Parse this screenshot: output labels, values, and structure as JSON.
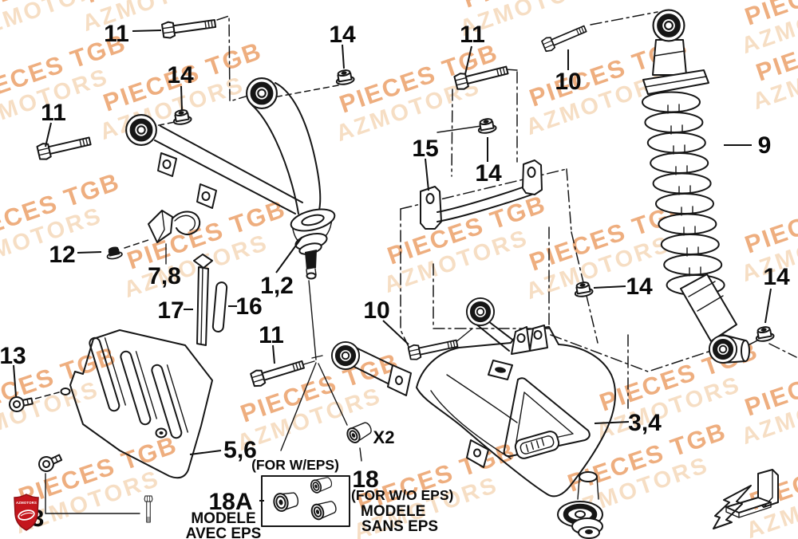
{
  "watermark": {
    "line1": "PIECES TGB",
    "line2": "AZMOTORS"
  },
  "colors": {
    "watermark_primary": "#EB9A60",
    "watermark_secondary": "#F2CDA6",
    "line_art": "#161616",
    "logo_red": "#C4161D",
    "logo_border": "#8E0F14"
  },
  "logo": {
    "text": "AZMOTORS"
  },
  "callouts": {
    "c11_top_left": "11",
    "c14_top": "14",
    "c11_top_center": "11",
    "c10_top": "10",
    "c9": "9",
    "c11_left": "11",
    "c14_left": "14",
    "c15": "15",
    "c14_mid": "14",
    "c12": "12",
    "c78": "7,8",
    "c17": "17",
    "c16": "16",
    "c1_2": "1,2",
    "c11_bottom": "11",
    "c10_mid": "10",
    "c14_right": "14",
    "c14_far_right": "14",
    "c13": "13",
    "c13_partial": "3",
    "c56": "5,6",
    "c34": "3,4",
    "c18a": "18A",
    "c18": "18",
    "cx2": "X2"
  },
  "notes": {
    "for_w_eps": "(FOR W/EPS)",
    "for_wo_eps": "(FOR W/O EPS)",
    "modele_avec_line1": "MODELE",
    "modele_avec_line2": "AVEC EPS",
    "modele_sans_line1": "MODELE",
    "modele_sans_line2": "SANS EPS"
  }
}
